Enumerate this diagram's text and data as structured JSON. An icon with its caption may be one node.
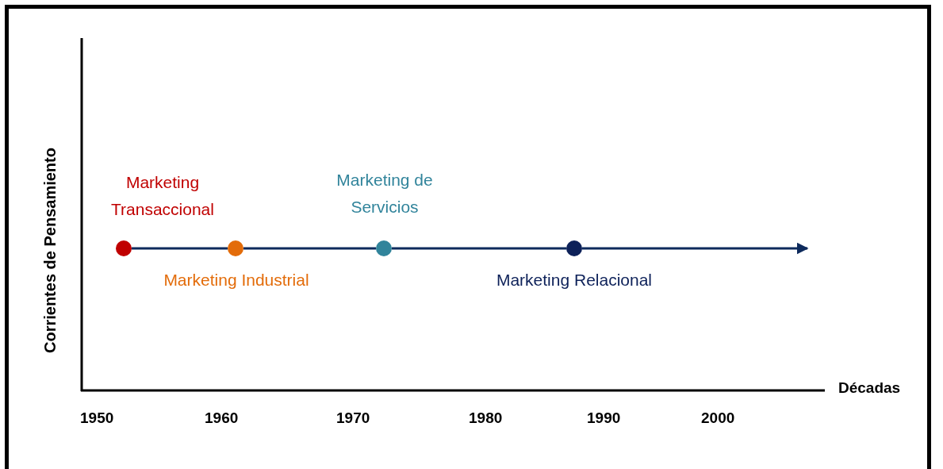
{
  "diagram": {
    "nodes": [
      {
        "text": [],
        "shape": "circle",
        "beside": [
          "Marketing Transaccional"
        ]
      },
      {
        "text": [],
        "shape": "circle",
        "beside": [
          "Marketing Industrial"
        ]
      },
      {
        "text": [],
        "shape": "circle",
        "beside": [
          "Marketing de Servicios"
        ]
      },
      {
        "text": [],
        "shape": "circle",
        "beside": [
          "Marketing Relacional"
        ]
      }
    ],
    "edges": [
      {
        "from": 0,
        "to": 1,
        "arrow": "none"
      },
      {
        "from": 1,
        "to": 2,
        "arrow": "none"
      },
      {
        "from": 2,
        "to": 3,
        "arrow": "none"
      },
      {
        "from": 3,
        "to": null,
        "arrow": "to"
      }
    ],
    "labels": [
      "Corrientes de Pensamiento",
      "Décadas",
      "1950",
      "1960",
      "1970",
      "1980",
      "1990",
      "2000"
    ]
  }
}
